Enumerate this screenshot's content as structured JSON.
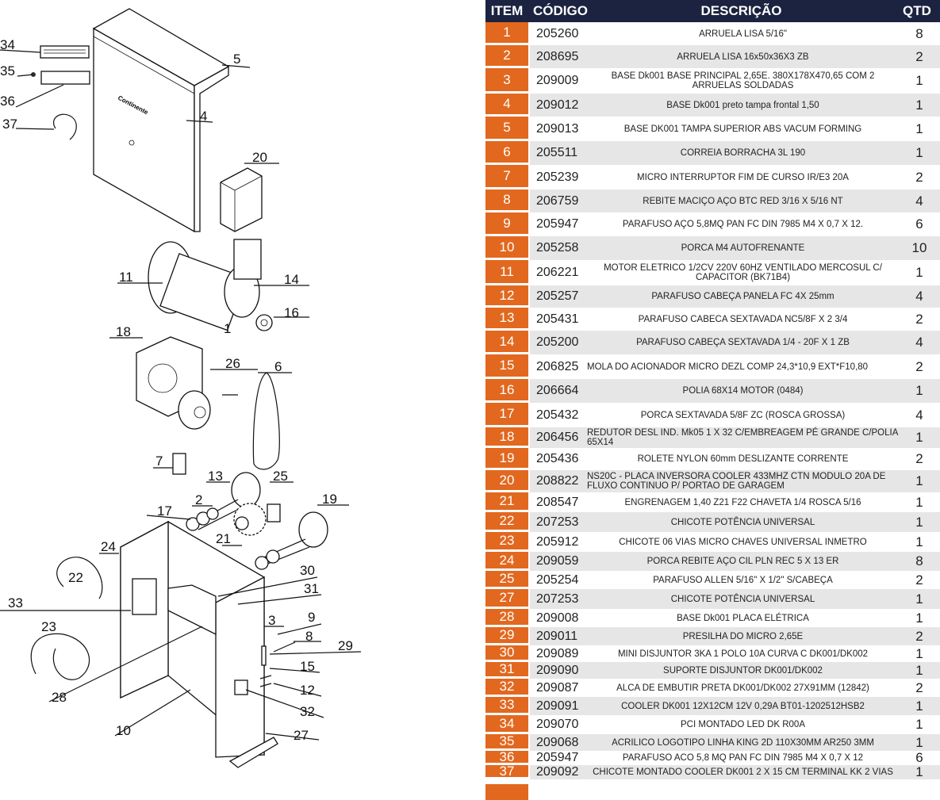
{
  "diagram": {
    "logo_text": "Continente",
    "callouts": [
      "1",
      "2",
      "3",
      "4",
      "5",
      "6",
      "7",
      "8",
      "9",
      "10",
      "11",
      "12",
      "13",
      "14",
      "15",
      "16",
      "17",
      "18",
      "19",
      "20",
      "21",
      "22",
      "23",
      "24",
      "25",
      "26",
      "27",
      "28",
      "29",
      "30",
      "31",
      "32",
      "33",
      "34",
      "35",
      "36",
      "37"
    ]
  },
  "table": {
    "headers": {
      "item": "ITEM",
      "code": "CÓDIGO",
      "desc": "DESCRIÇÃO",
      "qtd": "QTD"
    },
    "colors": {
      "header_bg": "#1b2340",
      "item_bg": "#e2681f",
      "stripe": "#e6e6e6"
    },
    "rows": [
      {
        "item": "1",
        "code": "205260",
        "desc": "ARRUELA LISA 5/16\"",
        "qtd": "8"
      },
      {
        "item": "2",
        "code": "208695",
        "desc": "ARRUELA LISA 16x50x36X3 ZB",
        "qtd": "2"
      },
      {
        "item": "3",
        "code": "209009",
        "desc": "BASE Dk001 BASE PRINCIPAL 2,65E. 380X178X470,65 COM 2 ARRUELAS SOLDADAS",
        "qtd": "1"
      },
      {
        "item": "4",
        "code": "209012",
        "desc": "BASE Dk001 preto tampa frontal 1,50",
        "qtd": "1"
      },
      {
        "item": "5",
        "code": "209013",
        "desc": "BASE DK001 TAMPA SUPERIOR ABS VACUM FORMING",
        "qtd": "1"
      },
      {
        "item": "6",
        "code": "205511",
        "desc": "CORREIA BORRACHA 3L 190",
        "qtd": "1"
      },
      {
        "item": "7",
        "code": "205239",
        "desc": "MICRO INTERRUPTOR FIM DE CURSO IR/E3 20A",
        "qtd": "2"
      },
      {
        "item": "8",
        "code": "206759",
        "desc": "REBITE MACIÇO AÇO BTC RED 3/16 X 5/16 NT",
        "qtd": "4"
      },
      {
        "item": "9",
        "code": "205947",
        "desc": "PARAFUSO AÇO 5,8MQ PAN FC DIN 7985 M4 X 0,7 X 12.",
        "qtd": "6"
      },
      {
        "item": "10",
        "code": "205258",
        "desc": "PORCA M4 AUTOFRENANTE",
        "qtd": "10"
      },
      {
        "item": "11",
        "code": "206221",
        "desc": "MOTOR ELETRICO 1/2CV 220V 60HZ VENTILADO MERCOSUL C/ CAPACITOR (BK71B4)",
        "qtd": "1"
      },
      {
        "item": "12",
        "code": "205257",
        "desc": "PARAFUSO CABEÇA PANELA FC 4X 25mm",
        "qtd": "4"
      },
      {
        "item": "13",
        "code": "205431",
        "desc": "PARAFUSO CABECA SEXTAVADA NC5/8F X 2 3/4",
        "qtd": "2"
      },
      {
        "item": "14",
        "code": "205200",
        "desc": "PARAFUSO CABEÇA SEXTAVADA 1/4 - 20F X 1 ZB",
        "qtd": "4"
      },
      {
        "item": "15",
        "code": "206825",
        "desc": "MOLA DO ACIONADOR MICRO DEZL COMP 24,3*10,9 EXT*F10,80",
        "qtd": "2"
      },
      {
        "item": "16",
        "code": "206664",
        "desc": "POLIA 68X14 MOTOR (0484)",
        "qtd": "1"
      },
      {
        "item": "17",
        "code": "205432",
        "desc": "PORCA SEXTAVADA 5/8F ZC (ROSCA GROSSA)",
        "qtd": "4"
      },
      {
        "item": "18",
        "code": "206456",
        "desc": "REDUTOR DESL IND. Mk05 1 X 32 C/EMBREAGEM PÉ GRANDE C/POLIA  65X14",
        "qtd": "1"
      },
      {
        "item": "19",
        "code": "205436",
        "desc": "ROLETE NYLON 60mm DESLIZANTE CORRENTE",
        "qtd": "2"
      },
      {
        "item": "20",
        "code": "208822",
        "desc": "NS20C - PLACA INVERSORA COOLER  433MHZ CTN MODULO 20A DE FLUXO CONTINUO P/ PORTAO DE GARAGEM",
        "qtd": "1"
      },
      {
        "item": "21",
        "code": "208547",
        "desc": "ENGRENAGEM 1,40 Z21 F22 CHAVETA 1/4 ROSCA 5/16",
        "qtd": "1"
      },
      {
        "item": "22",
        "code": "207253",
        "desc": "CHICOTE POTÊNCIA UNIVERSAL",
        "qtd": "1"
      },
      {
        "item": "23",
        "code": "205912",
        "desc": "CHICOTE 06 VIAS MICRO CHAVES UNIVERSAL INMETRO",
        "qtd": "1"
      },
      {
        "item": "24",
        "code": "209059",
        "desc": "PORCA REBITE AÇO CIL PLN REC 5 X 13 ER",
        "qtd": "8"
      },
      {
        "item": "25",
        "code": "205254",
        "desc": "PARAFUSO ALLEN 5/16\" X 1/2\" S/CABEÇA",
        "qtd": "2"
      },
      {
        "item": "27",
        "code": "207253",
        "desc": "CHICOTE POTÊNCIA UNIVERSAL",
        "qtd": "1"
      },
      {
        "item": "28",
        "code": "209008",
        "desc": "BASE Dk001 PLACA ELÉTRICA",
        "qtd": "1"
      },
      {
        "item": "29",
        "code": "209011",
        "desc": "PRESILHA DO MICRO 2,65E",
        "qtd": "2"
      },
      {
        "item": "30",
        "code": "209089",
        "desc": "MINI DISJUNTOR 3KA 1 POLO 10A CURVA C DK001/DK002",
        "qtd": "1"
      },
      {
        "item": "31",
        "code": "209090",
        "desc": "SUPORTE DISJUNTOR DK001/DK002",
        "qtd": "1"
      },
      {
        "item": "32",
        "code": "209087",
        "desc": "ALCA DE EMBUTIR PRETA DK001/DK002 27X91MM (12842)",
        "qtd": "2"
      },
      {
        "item": "33",
        "code": "209091",
        "desc": "COOLER DK001 12X12CM 12V 0,29A BT01-1202512HSB2",
        "qtd": "1"
      },
      {
        "item": "34",
        "code": "209070",
        "desc": "PCI MONTADO LED DK R00A",
        "qtd": "1"
      },
      {
        "item": "35",
        "code": "209068",
        "desc": "ACRILICO LOGOTIPO LINHA KING 2D 110X30MM AR250 3MM",
        "qtd": "1"
      },
      {
        "item": "36",
        "code": "205947",
        "desc": "PARAFUSO ACO 5,8 MQ PAN FC DIN 7985 M4  X 0,7 X 12",
        "qtd": "6"
      },
      {
        "item": "37",
        "code": "209092",
        "desc": "CHICOTE MONTADO COOLER DK001 2 X 15 CM TERMINAL KK 2 VIAS",
        "qtd": "1"
      }
    ]
  }
}
